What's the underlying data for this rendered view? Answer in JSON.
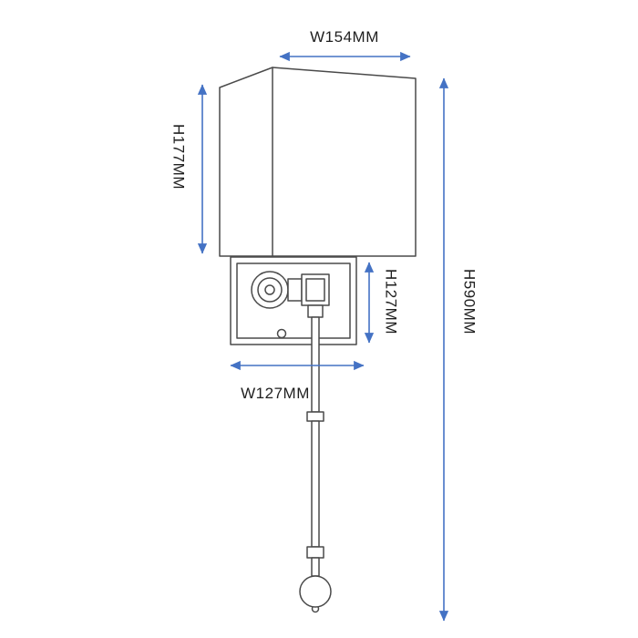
{
  "diagram": {
    "kind": "product-dimension-diagram",
    "subject": "wall-sconce-light-fixture",
    "labels": {
      "shade_width": "W154MM",
      "shade_height": "H177MM",
      "overall_height": "H590MM",
      "backplate_height": "H127MM",
      "backplate_width": "W127MM"
    },
    "colors": {
      "dimension": "#4472c4",
      "drawing": "#4a4a4a",
      "text": "#1f1f1f",
      "background": "#ffffff"
    }
  }
}
